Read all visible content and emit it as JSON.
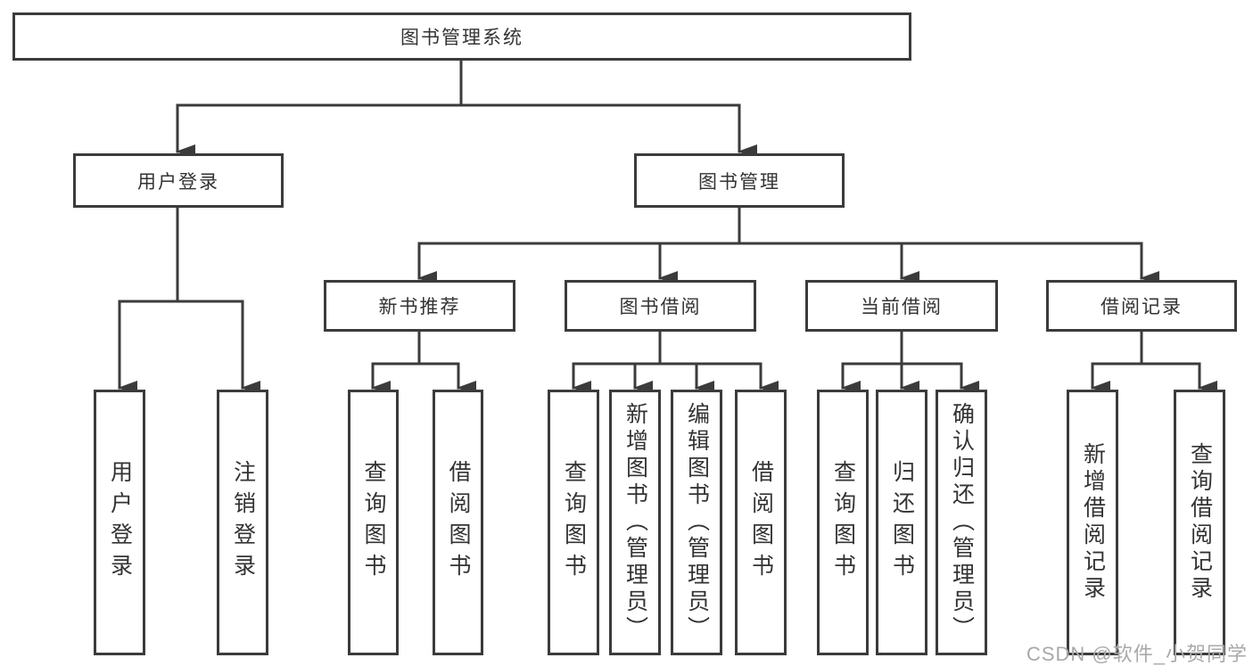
{
  "nodes": {
    "root": {
      "label": "图书管理系统"
    },
    "userLogin": {
      "label": "用户登录"
    },
    "bookMgmt": {
      "label": "图书管理"
    },
    "newBookRec": {
      "label": "新书推荐"
    },
    "bookBorrow": {
      "label": "图书借阅"
    },
    "currentBorrow": {
      "label": "当前借阅"
    },
    "borrowRecord": {
      "label": "借阅记录"
    },
    "leafUserLogin": {
      "label": "用户登录"
    },
    "leafLogout": {
      "label": "注销登录"
    },
    "leafQueryBook1": {
      "label": "查询图书"
    },
    "leafBorrowBook1": {
      "label": "借阅图书"
    },
    "leafQueryBook2": {
      "label": "查询图书"
    },
    "leafAddBook": {
      "label": "新增图书（管理员）"
    },
    "leafEditBook": {
      "label": "编辑图书（管理员）"
    },
    "leafBorrowBook2": {
      "label": "借阅图书"
    },
    "leafQueryBook3": {
      "label": "查询图书"
    },
    "leafReturnBook": {
      "label": "归还图书"
    },
    "leafConfirmReturn": {
      "label": "确认归还（管理员）"
    },
    "leafAddRecord": {
      "label": "新增借阅记录"
    },
    "leafQueryRecord": {
      "label": "查询借阅记录"
    }
  },
  "edges": [
    [
      "root",
      "userLogin"
    ],
    [
      "root",
      "bookMgmt"
    ],
    [
      "userLogin",
      "leafUserLogin"
    ],
    [
      "userLogin",
      "leafLogout"
    ],
    [
      "bookMgmt",
      "newBookRec"
    ],
    [
      "bookMgmt",
      "bookBorrow"
    ],
    [
      "bookMgmt",
      "currentBorrow"
    ],
    [
      "bookMgmt",
      "borrowRecord"
    ],
    [
      "newBookRec",
      "leafQueryBook1"
    ],
    [
      "newBookRec",
      "leafBorrowBook1"
    ],
    [
      "bookBorrow",
      "leafQueryBook2"
    ],
    [
      "bookBorrow",
      "leafAddBook"
    ],
    [
      "bookBorrow",
      "leafEditBook"
    ],
    [
      "bookBorrow",
      "leafBorrowBook2"
    ],
    [
      "currentBorrow",
      "leafQueryBook3"
    ],
    [
      "currentBorrow",
      "leafReturnBook"
    ],
    [
      "currentBorrow",
      "leafConfirmReturn"
    ],
    [
      "borrowRecord",
      "leafAddRecord"
    ],
    [
      "borrowRecord",
      "leafQueryRecord"
    ]
  ],
  "watermark": "CSDN @软件_小贺同学",
  "colors": {
    "line": "#3b3b3b",
    "text": "#333333",
    "box_fill": "#ffffff",
    "watermark": "#a9a9a9"
  }
}
